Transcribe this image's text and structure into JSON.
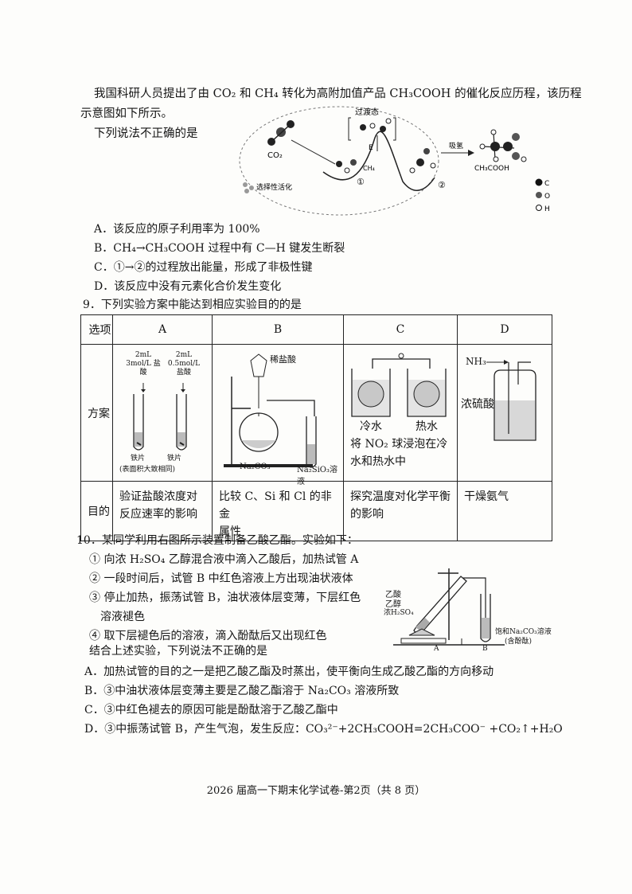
{
  "q8": {
    "intro_line1": "我国科研人员提出了由 CO₂ 和 CH₄ 转化为高附加值产品 CH₃COOH 的催化反应历程，该历程",
    "intro_line2": "示意图如下所示。",
    "question": "下列说法不正确的是",
    "diagram": {
      "co2": "CO₂",
      "transition_state": "过渡态",
      "energy": "E",
      "ch4": "CH₄",
      "catalyst": "选择性活化",
      "step1": "①",
      "step2": "②",
      "product_label": "CH₃COOH",
      "hydrogen_label": "吸氢",
      "legend_c": "C",
      "legend_o": "O",
      "legend_h": "H"
    },
    "options": [
      "A．该反应的原子利用率为 100%",
      "B．CH₄→CH₃COOH 过程中有 C—H 键发生断裂",
      "C．①→②的过程放出能量，形成了非极性键",
      "D．该反应中没有元素化合价发生变化"
    ]
  },
  "q9": {
    "stem": "9．下列实验方案中能达到相应实验目的的是",
    "headers": [
      "选项",
      "A",
      "B",
      "C",
      "D"
    ],
    "row_plan": "方案",
    "row_purpose": "目的",
    "plan_a": {
      "tube1": "2mL 3mol/L 盐酸",
      "tube2": "2mL 0.5mol/L 盐酸",
      "piece1": "铁片",
      "piece2": "铁片",
      "note": "(表面积大致相同)"
    },
    "plan_b": {
      "acid": "稀盐酸",
      "flask": "Na₂CO₃",
      "tube": "Na₂SiO₃溶液"
    },
    "plan_c": {
      "cold": "冷水",
      "hot": "热水",
      "text_line1": "将 NO₂ 球浸泡在冷",
      "text_line2": "水和热水中"
    },
    "plan_d": {
      "gas": "NH₃",
      "liquid": "浓硫酸"
    },
    "purposes": [
      [
        "验证盐酸浓度对",
        "反应速率的影响"
      ],
      [
        "比较 C、Si 和 Cl 的非金",
        "属性"
      ],
      [
        "探究温度对化学平衡",
        "的影响"
      ],
      [
        "干燥氨气",
        ""
      ]
    ]
  },
  "q10": {
    "stem": "10．某同学利用右图所示装置制备乙酸乙酯。实验如下：",
    "steps": [
      "① 向浓 H₂SO₄ 乙醇混合液中滴入乙酸后，加热试管 A",
      "② 一段时间后，试管 B 中红色溶液上方出现油状液体",
      "③ 停止加热，振荡试管 B，油状液体层变薄，下层红色",
      "溶液褪色",
      "④ 取下层褪色后的溶液，滴入酚酞后又出现红色"
    ],
    "conclusion": "结合上述实验，下列说法不正确的是",
    "apparatus": {
      "reagent1": "乙酸",
      "reagent2": "乙醇",
      "reagent3": "浓H₂SO₄",
      "tube_a": "A",
      "tube_b": "B",
      "solution": "饱和Na₂CO₃溶液",
      "indicator": "(含酚酞)"
    },
    "options": [
      "A．加热试管的目的之一是把乙酸乙酯及时蒸出，使平衡向生成乙酸乙酯的方向移动",
      "B．③中油状液体层变薄主要是乙酸乙酯溶于 Na₂CO₃ 溶液所致",
      "C．③中红色褪去的原因可能是酚酞溶于乙酸乙酯中",
      "D．③中振荡试管 B，产生气泡，发生反应：CO₃²⁻+2CH₃COOH=2CH₃COO⁻ +CO₂↑+H₂O"
    ]
  },
  "footer": "2026 届高一下期末化学试卷-第2页（共 8 页）"
}
